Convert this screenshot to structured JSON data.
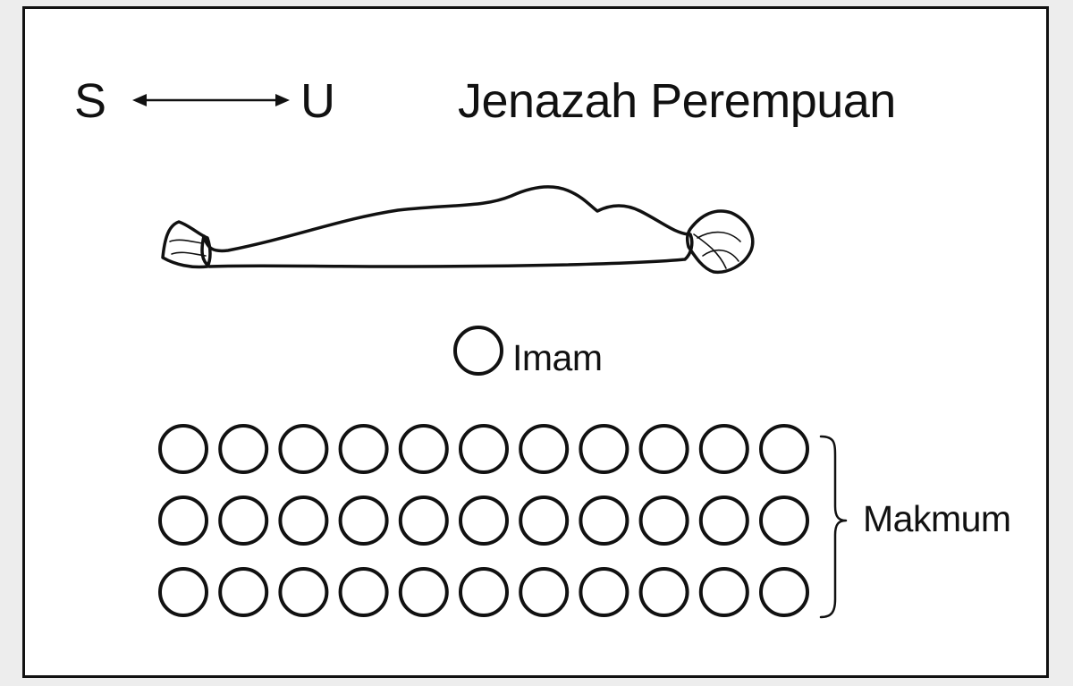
{
  "compass": {
    "south_label": "S",
    "north_label": "U"
  },
  "title": "Jenazah Perempuan",
  "imam": {
    "label": "Imam"
  },
  "makmum": {
    "label": "Makmum",
    "rows": 3,
    "per_row": 11
  },
  "colors": {
    "ink": "#111111",
    "paper": "#ffffff",
    "background": "#ededed"
  }
}
